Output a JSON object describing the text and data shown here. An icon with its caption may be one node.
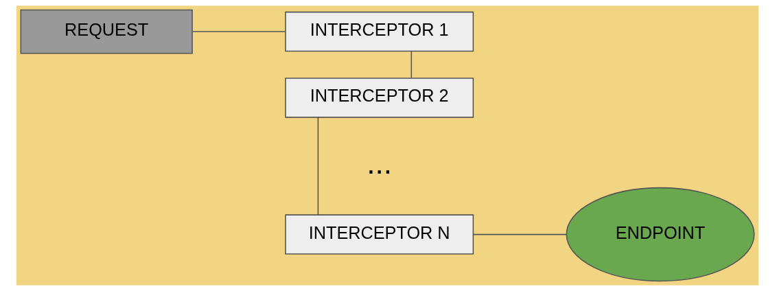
{
  "diagram": {
    "nodes": [
      {
        "text": [
          "REQUEST"
        ]
      },
      {
        "text": [
          "INTERCEPTOR 1"
        ]
      },
      {
        "text": [
          "INTERCEPTOR 2"
        ]
      },
      {
        "text": [
          "INTERCEPTOR N"
        ]
      },
      {
        "text": [
          "ENDPOINT"
        ]
      }
    ],
    "edges": [
      {
        "from": 0,
        "to": 1,
        "arrow": "none"
      },
      {
        "from": 1,
        "to": 2,
        "arrow": "none"
      },
      {
        "from": 2,
        "to": 3,
        "arrow": "none"
      },
      {
        "from": 3,
        "to": 4,
        "arrow": "none"
      }
    ],
    "labels": [
      "..."
    ]
  }
}
